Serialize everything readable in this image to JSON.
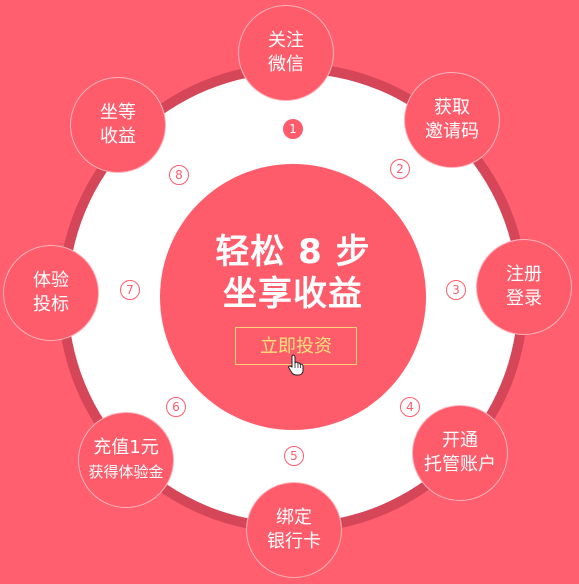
{
  "center": {
    "line1": "轻松 8 步",
    "line2": "坐享收益",
    "cta_label": "立即投资"
  },
  "steps": [
    {
      "number": "1",
      "line1": "关注",
      "line2": "微信"
    },
    {
      "number": "2",
      "line1": "获取",
      "line2": "邀请码"
    },
    {
      "number": "3",
      "line1": "注册",
      "line2": "登录"
    },
    {
      "number": "4",
      "line1": "开通",
      "line2": "托管账户"
    },
    {
      "number": "5",
      "line1": "绑定",
      "line2": "银行卡"
    },
    {
      "number": "6",
      "line1": "充值1元",
      "line2": "获得体验金"
    },
    {
      "number": "7",
      "line1": "体验",
      "line2": "投标"
    },
    {
      "number": "8",
      "line1": "坐等",
      "line2": "收益"
    }
  ],
  "colors": {
    "background": "#ff5f6e",
    "accent": "#ff5c6b",
    "ring": "#d54659",
    "button_text": "#ffe27c"
  },
  "icons": {
    "cursor": "hand-pointer-icon"
  }
}
